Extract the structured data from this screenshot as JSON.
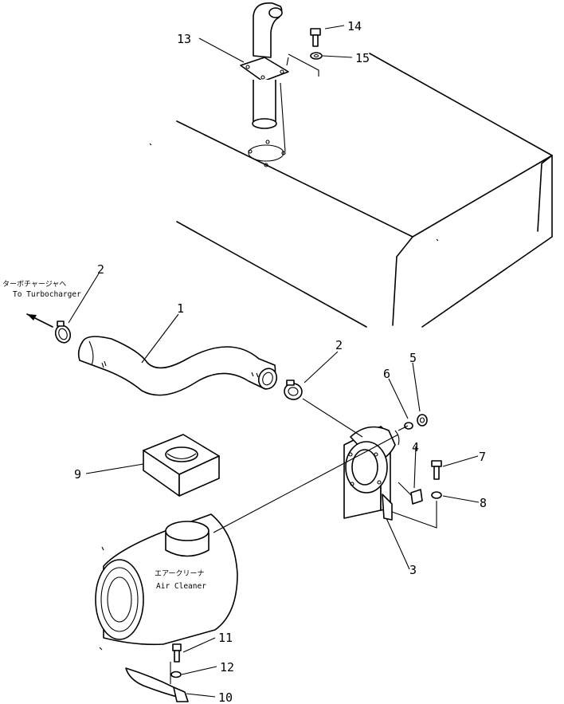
{
  "labels": {
    "turbo_jp": "ターボチャージャヘ",
    "turbo_en": "To Turbocharger",
    "aircleaner_jp": "エアークリーナ",
    "aircleaner_en": "Air Cleaner"
  },
  "callouts": {
    "p1": "1",
    "p2a": "2",
    "p2b": "2",
    "p3": "3",
    "p4": "4",
    "p5": "5",
    "p6": "6",
    "p7": "7",
    "p8": "8",
    "p9": "9",
    "p10": "10",
    "p11": "11",
    "p12": "12",
    "p13": "13",
    "p14": "14",
    "p15": "15"
  }
}
